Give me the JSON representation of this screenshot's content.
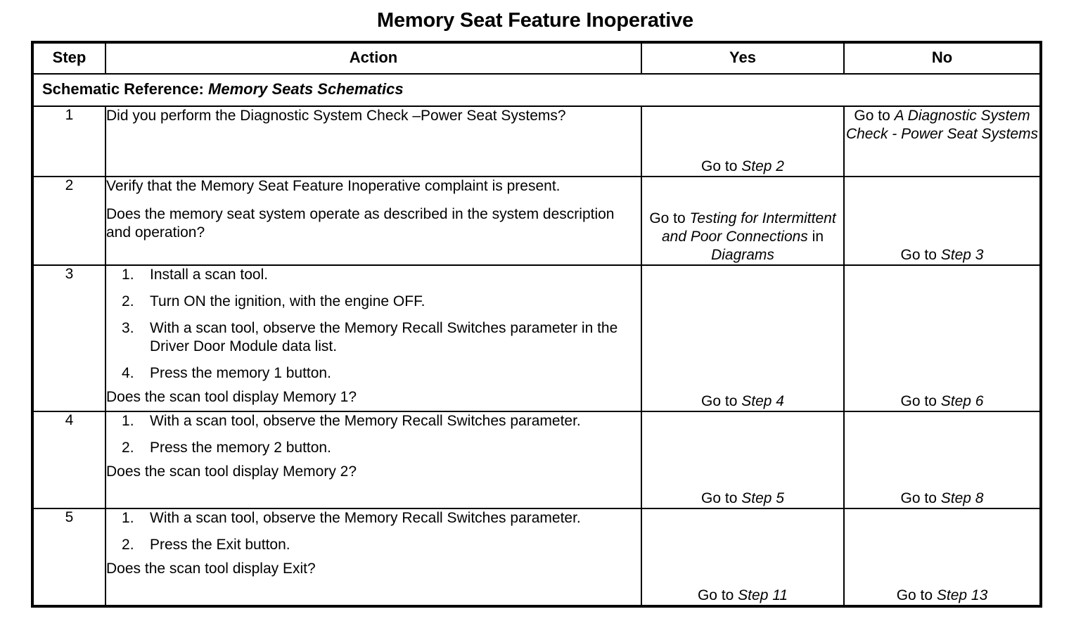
{
  "document": {
    "title": "Memory Seat Feature Inoperative"
  },
  "table": {
    "headers": {
      "step": "Step",
      "action": "Action",
      "yes": "Yes",
      "no": "No"
    },
    "schematic_row": {
      "label": "Schematic Reference:",
      "reference": "Memory Seats Schematics"
    },
    "rows": [
      {
        "step": "1",
        "action": {
          "paragraphs": [
            "Did you perform the Diagnostic System Check –Power Seat Systems?"
          ],
          "list": [],
          "tail": ""
        },
        "yes": {
          "prefix": "Go to ",
          "reference": "Step 2",
          "suffix": "",
          "reference2": "",
          "align": "bottom"
        },
        "no": {
          "prefix": "Go to ",
          "reference": "A Diagnostic System Check - Power Seat Systems",
          "suffix": "",
          "reference2": "",
          "align": "top"
        }
      },
      {
        "step": "2",
        "action": {
          "paragraphs": [
            "Verify that the Memory Seat Feature Inoperative complaint is present.",
            "Does the memory seat system operate as described in the system description and operation?"
          ],
          "list": [],
          "tail": ""
        },
        "yes": {
          "prefix": "Go to ",
          "reference": "Testing for Intermittent and Poor Connections",
          "suffix": " in ",
          "reference2": "Diagrams",
          "align": "bottom"
        },
        "no": {
          "prefix": "Go to ",
          "reference": "Step 3",
          "suffix": "",
          "reference2": "",
          "align": "bottom"
        }
      },
      {
        "step": "3",
        "action": {
          "paragraphs": [],
          "list": [
            "Install a scan tool.",
            "Turn ON the ignition, with the engine OFF.",
            "With a scan tool, observe the Memory Recall Switches parameter in the Driver Door Module data list.",
            "Press the memory 1 button."
          ],
          "tail": "Does the scan tool display Memory 1?"
        },
        "yes": {
          "prefix": "Go to ",
          "reference": "Step 4",
          "suffix": "",
          "reference2": "",
          "align": "bottom"
        },
        "no": {
          "prefix": "Go to ",
          "reference": "Step 6",
          "suffix": "",
          "reference2": "",
          "align": "bottom"
        }
      },
      {
        "step": "4",
        "action": {
          "paragraphs": [],
          "list": [
            "With a scan tool, observe the Memory Recall Switches parameter.",
            "Press the memory 2 button."
          ],
          "tail": "Does the scan tool display Memory 2?"
        },
        "yes": {
          "prefix": "Go to ",
          "reference": "Step 5",
          "suffix": "",
          "reference2": "",
          "align": "bottom"
        },
        "no": {
          "prefix": "Go to ",
          "reference": "Step 8",
          "suffix": "",
          "reference2": "",
          "align": "bottom"
        }
      },
      {
        "step": "5",
        "action": {
          "paragraphs": [],
          "list": [
            "With a scan tool, observe the Memory Recall Switches parameter.",
            "Press the Exit button."
          ],
          "tail": "Does the scan tool display Exit?"
        },
        "yes": {
          "prefix": "Go to ",
          "reference": "Step 11",
          "suffix": "",
          "reference2": "",
          "align": "bottom"
        },
        "no": {
          "prefix": "Go to ",
          "reference": "Step 13",
          "suffix": "",
          "reference2": "",
          "align": "bottom"
        }
      }
    ]
  }
}
